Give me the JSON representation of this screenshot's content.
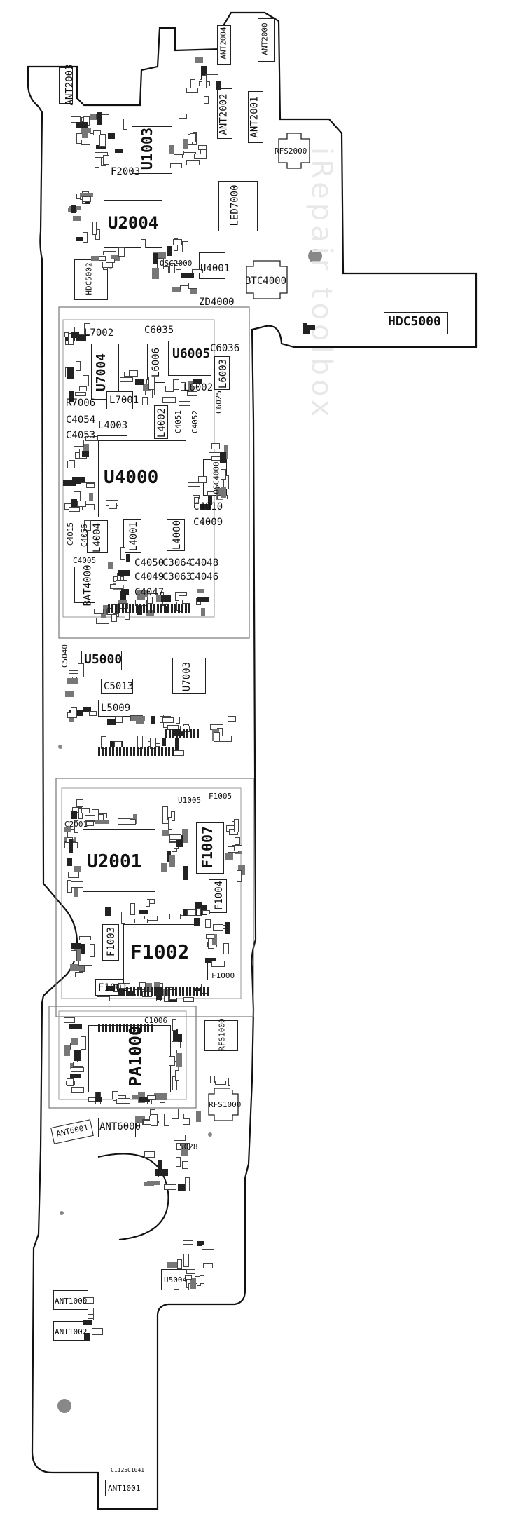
{
  "watermark": "iRepair toolbox",
  "labels": {
    "ANT2003": "ANT2003",
    "ANT2004": "ANT2004",
    "ANT2000": "ANT2000",
    "ANT2002": "ANT2002",
    "ANT2001": "ANT2001",
    "RFS2000": "RFS2000",
    "U1003": "U1003",
    "F2003": "F2003",
    "U2004": "U2004",
    "LED7000": "LED7000",
    "HDC5002": "HDC5002",
    "OSC2000": "OSC2000",
    "U4001": "U4001",
    "BTC4000": "BTC4000",
    "ZD4000": "ZD4000",
    "HDC5000": "HDC5000",
    "L7002": "L7002",
    "C6035": "C6035",
    "U6005": "U6005",
    "C6036": "C6036",
    "U7004": "U7004",
    "L6006": "L6006",
    "L6003": "L6003",
    "L6002": "L6002",
    "C6025": "C6025",
    "R7006": "R7006",
    "L7001": "L7001",
    "C4054": "C4054",
    "C4053": "C4053",
    "L4003": "L4003",
    "L4002": "L4002",
    "C4051": "C4051",
    "C4052": "C4052",
    "U4000": "U4000",
    "OSC4000": "OSC4000",
    "C4010": "C4010",
    "C4009": "C4009",
    "C4015": "C4015",
    "C4055": "C4055",
    "L4004": "L4004",
    "L4001": "L4001",
    "L4000": "L4000",
    "C4050": "C4050",
    "C3064": "C3064",
    "C4048": "C4048",
    "C4049": "C4049",
    "C3063": "C3063",
    "C4046": "C4046",
    "C4047": "C4047",
    "BAT4000": "BAT4000",
    "C4005": "C4005",
    "C5040": "C5040",
    "U5000": "U5000",
    "U7003": "U7003",
    "C5013": "C5013",
    "L5009": "L5009",
    "U1005": "U1005",
    "F1005": "F1005",
    "C2001": "C2001",
    "U2001": "U2001",
    "F1007": "F1007",
    "F1004": "F1004",
    "F1003": "F1003",
    "F1002": "F1002",
    "F1000": "F1000",
    "F1001": "F1001",
    "C1006": "C1006",
    "PA1000": "PA1000",
    "RFS1000": "RFS1000",
    "RFS1001": "RFS1000",
    "ANT6001": "ANT6001",
    "ANT6000": "ANT6000",
    "U5028": "5028",
    "U5004": "U5004",
    "ANT1000": "ANT1000",
    "ANT1002": "ANT1002",
    "ANT1001": "ANT1001",
    "C1125": "C1125",
    "C1041": "C1041"
  }
}
